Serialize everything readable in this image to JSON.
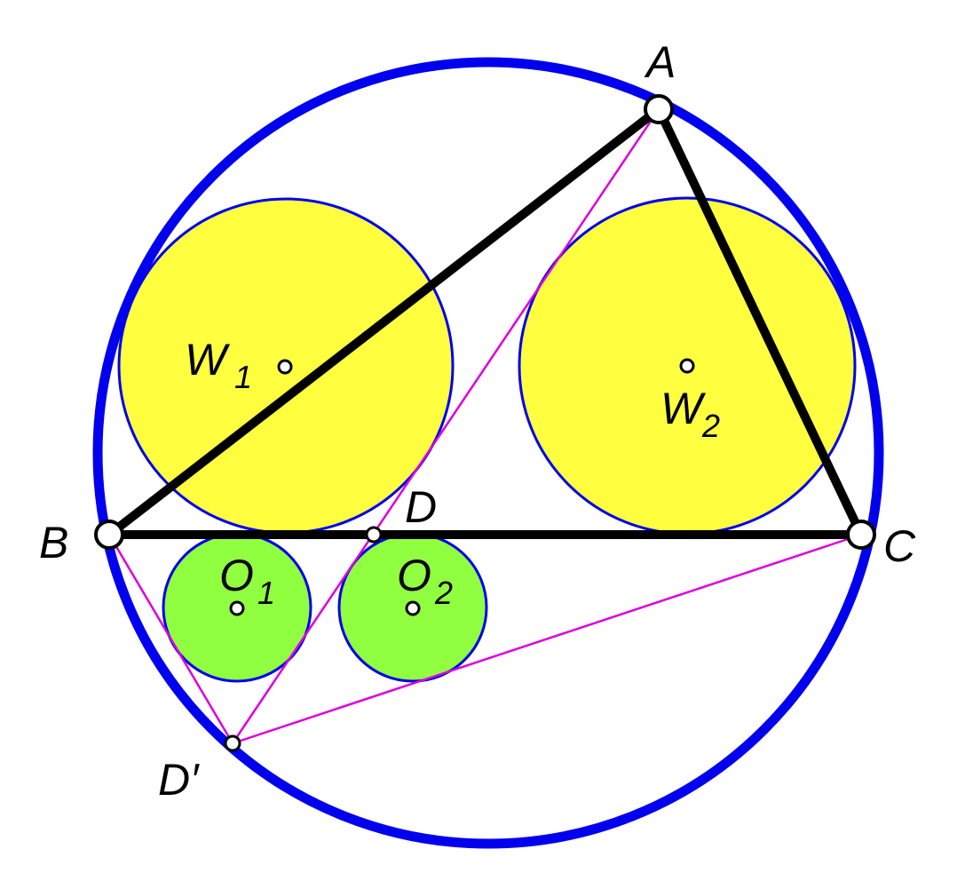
{
  "colors": {
    "circumcircle": "#0000ee",
    "large_circle_fill": "#ffff40",
    "small_circle_fill": "#90ff40",
    "circle_outline": "#0000ee",
    "triangle": "#000000",
    "construction_lines": "#dd00dd",
    "point_fill": "#ffffff"
  },
  "labels": {
    "A": "A",
    "B": "B",
    "C": "C",
    "D": "D",
    "D_prime": "D′",
    "W": "W",
    "O": "O",
    "sub1": "1",
    "sub2": "2"
  },
  "icons": {
    "point": "hollow-circle-point"
  }
}
